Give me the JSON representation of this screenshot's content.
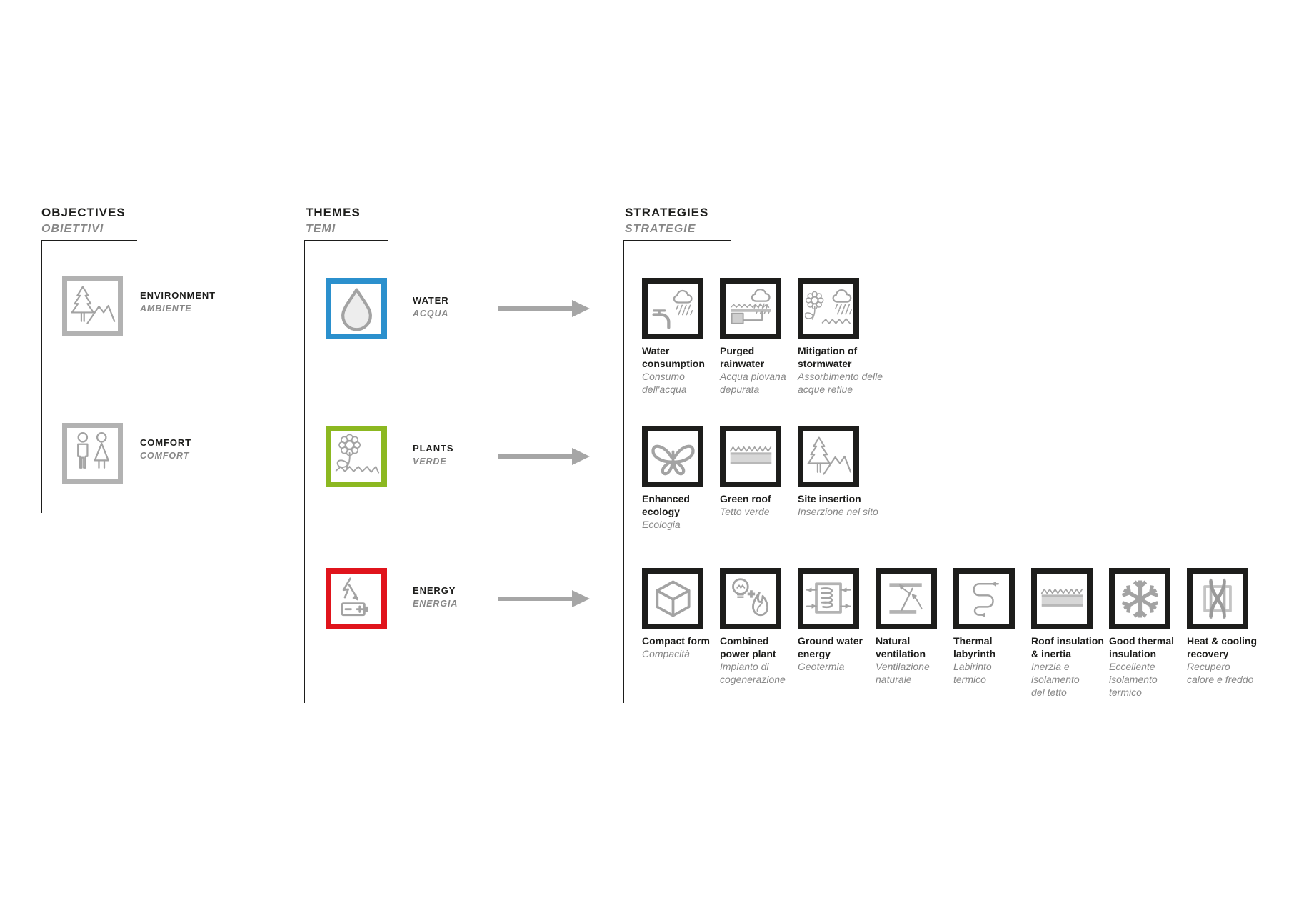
{
  "colors": {
    "water_blue": "#2b90cd",
    "plants_green": "#8cb821",
    "energy_red": "#e0141c",
    "icon_gray": "#a3a3a3",
    "objective_border_gray": "#b2b2b2",
    "subtitle_gray": "#878787",
    "text_black": "#1d1d1b"
  },
  "columns": {
    "objectives": {
      "title": "OBJECTIVES",
      "subtitle": "OBIETTIVI",
      "items": [
        {
          "label": "ENVIRONMENT",
          "sublabel": "AMBIENTE",
          "icon": "tree-mountains-icon"
        },
        {
          "label": "COMFORT",
          "sublabel": "COMFORT",
          "icon": "man-woman-icon"
        }
      ]
    },
    "themes": {
      "title": "THEMES",
      "subtitle": "TEMI",
      "items": [
        {
          "label": "WATER",
          "sublabel": "ACQUA",
          "icon": "water-drop-icon",
          "color": "#2b90cd"
        },
        {
          "label": "PLANTS",
          "sublabel": "VERDE",
          "icon": "flower-ground-icon",
          "color": "#8cb821"
        },
        {
          "label": "ENERGY",
          "sublabel": "ENERGIA",
          "icon": "lightning-battery-icon",
          "color": "#e0141c"
        }
      ]
    },
    "strategies": {
      "title": "STRATEGIES",
      "subtitle": "STRATEGIE",
      "rows": [
        {
          "theme": "water",
          "color": "#2b90cd",
          "items": [
            {
              "label": "Water\nconsumption",
              "sublabel": "Consumo\ndell'acqua",
              "icon": "rain-faucet-icon"
            },
            {
              "label": "Purged\nrainwater",
              "sublabel": "Acqua piovana\ndepurata",
              "icon": "rain-roof-tank-icon"
            },
            {
              "label": "Mitigation of\nstormwater",
              "sublabel": "Assorbimento delle\nacque reflue",
              "icon": "rain-flower-icon"
            }
          ]
        },
        {
          "theme": "plants",
          "color": "#8cb821",
          "items": [
            {
              "label": "Enhanced\necology",
              "sublabel": "Ecologia",
              "icon": "butterfly-icon"
            },
            {
              "label": "Green roof",
              "sublabel": "Tetto verde",
              "icon": "roof-layers-icon"
            },
            {
              "label": "Site insertion",
              "sublabel": "Inserzione nel sito",
              "icon": "tree-mountains-icon"
            }
          ]
        },
        {
          "theme": "energy",
          "color": "#e0141c",
          "items": [
            {
              "label": "Compact form",
              "sublabel": "Compacità",
              "icon": "cube-icon"
            },
            {
              "label": "Combined\npower plant",
              "sublabel": "Impianto di\ncogenerazione",
              "icon": "bulb-flame-icon"
            },
            {
              "label": "Ground water\nenergy",
              "sublabel": "Geotermia",
              "icon": "coil-exchanger-icon"
            },
            {
              "label": "Natural\nventilation",
              "sublabel": "Ventilazione\nnaturale",
              "icon": "window-vent-icon"
            },
            {
              "label": "Thermal\nlabyrinth",
              "sublabel": "Labirinto\ntermico",
              "icon": "serpentine-icon"
            },
            {
              "label": "Roof insulation\n& inertia",
              "sublabel": "Inerzia e\nisolamento\ndel tetto",
              "icon": "roof-layers-icon"
            },
            {
              "label": "Good thermal\ninsulation",
              "sublabel": "Eccellente\nisolamento\ntermico",
              "icon": "snowflake-icon"
            },
            {
              "label": "Heat & cooling\nrecovery",
              "sublabel": "Recupero\ncalore e freddo",
              "icon": "heat-exchange-icon"
            }
          ]
        }
      ]
    }
  }
}
